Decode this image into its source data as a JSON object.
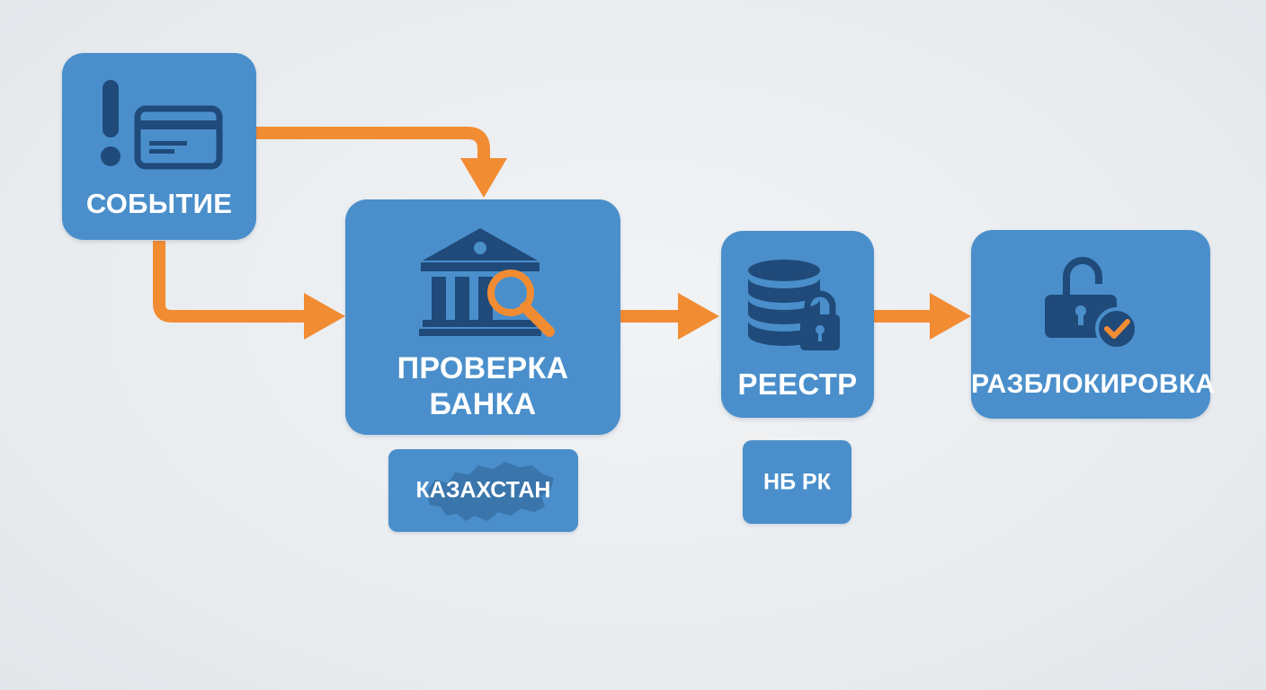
{
  "nodes": {
    "event": {
      "label": "СОБЫТИЕ",
      "icon": "alert-card-icon"
    },
    "bank_check": {
      "label": "ПРОВЕРКА\nБАНКА",
      "icon": "bank-search-icon"
    },
    "registry": {
      "label": "РЕЕСТР",
      "icon": "database-lock-icon"
    },
    "unblock": {
      "label": "РАЗБЛОКИРОВКА",
      "icon": "unlock-check-icon"
    }
  },
  "tags": {
    "kazakhstan": {
      "label": "КАЗАХСТАН",
      "icon": "kazakhstan-map-icon"
    },
    "nbrk": {
      "label": "НБ РК"
    }
  },
  "edges": [
    {
      "from": "event",
      "to": "bank_check"
    },
    {
      "from": "event",
      "to": "bank_check"
    },
    {
      "from": "bank_check",
      "to": "registry"
    },
    {
      "from": "registry",
      "to": "unblock"
    }
  ],
  "colors": {
    "node": "#4a8fcb",
    "icon_dark": "#1f4a7a",
    "accent": "#f28c33",
    "text": "#ffffff",
    "background": "#e9ecef"
  }
}
